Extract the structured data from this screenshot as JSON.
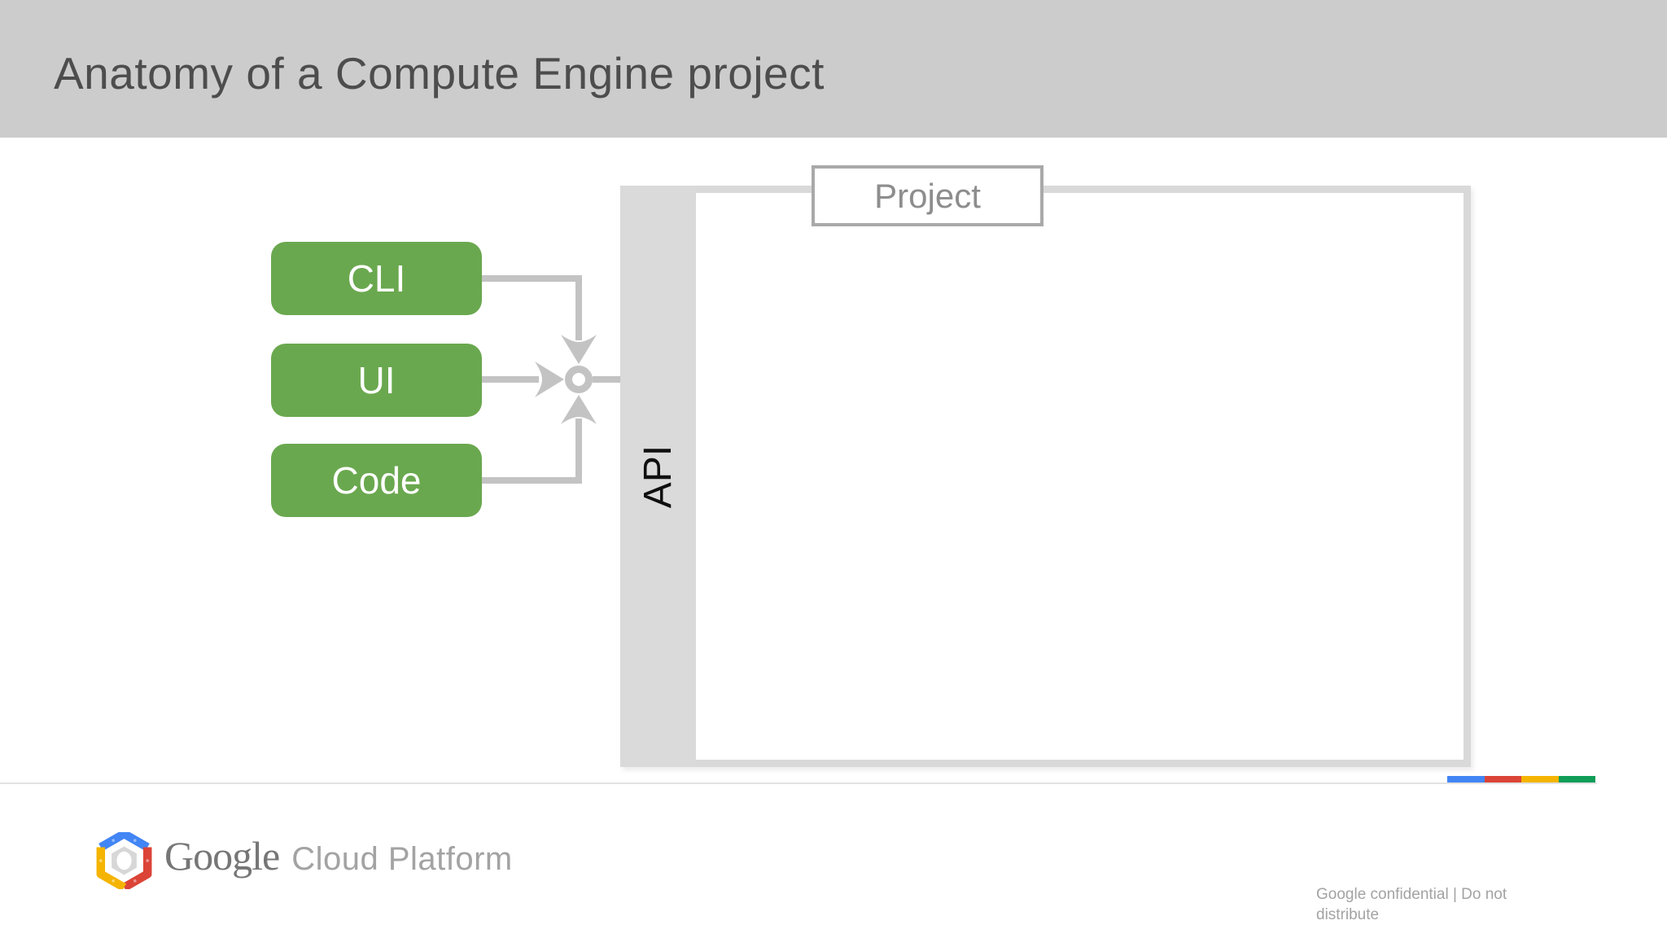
{
  "header": {
    "title": "Anatomy of a Compute Engine project"
  },
  "diagram": {
    "sources": [
      {
        "label": "CLI"
      },
      {
        "label": "UI"
      },
      {
        "label": "Code"
      }
    ],
    "api_label": "API",
    "project_label": "Project"
  },
  "footer": {
    "logo": {
      "brand": "Google",
      "product": "Cloud Platform"
    },
    "confidential": {
      "line1": "Google confidential | Do not",
      "line2": "distribute"
    }
  },
  "colors": {
    "header_bg": "#cccccc",
    "title_text": "#4d4d4d",
    "source_box_green": "#6aa84f",
    "connector_gray": "#c3c3c3",
    "api_bar_gray": "#dadada",
    "container_border_gray": "#d9d9d9",
    "project_label_border": "#a9a9a9",
    "project_label_text": "#8d8d8d",
    "footer_text_gray": "#a3a3a3",
    "brand_blue": "#4285f4",
    "brand_red": "#db4437",
    "brand_yellow": "#f4b400",
    "brand_green": "#0f9d58"
  },
  "icons": {
    "gcp_hexagon": "gcp-hexagon-logo",
    "hub_ring": "connector-hub-ring",
    "arrowheads": [
      "arrow-down",
      "arrow-right",
      "arrow-up"
    ]
  }
}
